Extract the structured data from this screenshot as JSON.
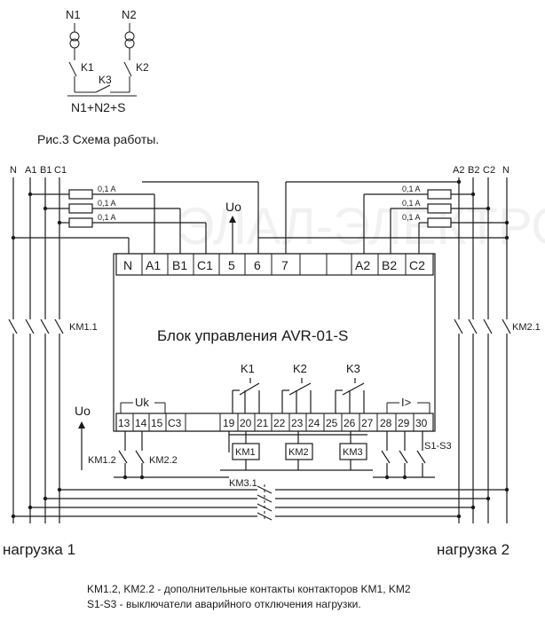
{
  "top_scheme": {
    "n1": "N1",
    "n2": "N2",
    "k1": "K1",
    "k2": "K2",
    "k3": "K3",
    "sum": "N1+N2+S"
  },
  "figure_caption": "Рис.3 Схема работы.",
  "watermark": "ЭЛАЛ-ЭЛЕКТРО",
  "left_bus_labels": [
    "N",
    "A1",
    "B1",
    "C1"
  ],
  "right_bus_labels": [
    "A2",
    "B2",
    "C2",
    "N"
  ],
  "fuse_labels": [
    "0,1 A",
    "0,1 A",
    "0,1 A",
    "0,1 A",
    "0,1 A",
    "0,1 A"
  ],
  "uo_top": "Uo",
  "uo_left": "Uo",
  "top_terminals": [
    "N",
    "A1",
    "B1",
    "C1",
    "5",
    "6",
    "7",
    "",
    "",
    "A2",
    "B2",
    "C2"
  ],
  "block_title": "Блок управления AVR-01-S",
  "relays": [
    "K1",
    "K2",
    "K3"
  ],
  "uk_label": "Uk",
  "i_label": "I>",
  "bottom_terminals": [
    "13",
    "14",
    "15",
    "C3",
    "",
    "19",
    "20",
    "21",
    "22",
    "23",
    "24",
    "25",
    "26",
    "27",
    "28",
    "29",
    "30"
  ],
  "coils": [
    "KM1",
    "KM2",
    "KM3"
  ],
  "km11": "KM1.1",
  "km21": "KM2.1",
  "km12": "KM1.2",
  "km22": "KM2.2",
  "km31": "KM3.1",
  "s1s3": "S1-S3",
  "load1": "нагрузка 1",
  "load2": "нагрузка 2",
  "notes": [
    "KM1.2, KM2.2 - дополнительные контакты контакторов KM1, KM2",
    "S1-S3 - выключатели аварийного отключения нагрузки."
  ]
}
